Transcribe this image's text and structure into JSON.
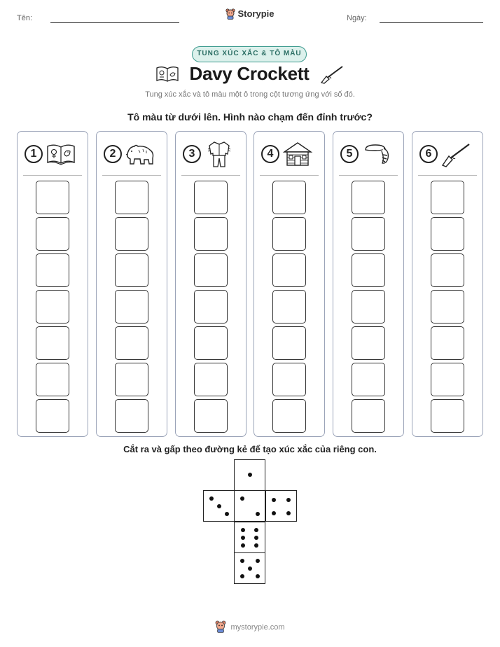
{
  "header": {
    "name_label": "Tên:",
    "date_label": "Ngày:",
    "brand": "Storypie"
  },
  "badge": "TUNG XÚC XẮC & TÔ MÀU",
  "title": "Davy Crockett",
  "subtitle": "Tung xúc xắc và tô màu một ô trong cột tương ứng với số đó.",
  "instruction": "Tô màu từ dưới lên. Hình nào chạm đến đỉnh trước?",
  "columns": [
    {
      "number": "1",
      "icon": "book-icon"
    },
    {
      "number": "2",
      "icon": "bear-icon"
    },
    {
      "number": "3",
      "icon": "buckskin-outfit-icon"
    },
    {
      "number": "4",
      "icon": "log-cabin-icon"
    },
    {
      "number": "5",
      "icon": "coonskin-cap-icon"
    },
    {
      "number": "6",
      "icon": "rifle-icon"
    }
  ],
  "cells_per_column": 7,
  "dice_instruction": "Cắt ra và gấp theo đường kẻ để tạo xúc xắc của riêng con.",
  "footer": "mystorypie.com"
}
